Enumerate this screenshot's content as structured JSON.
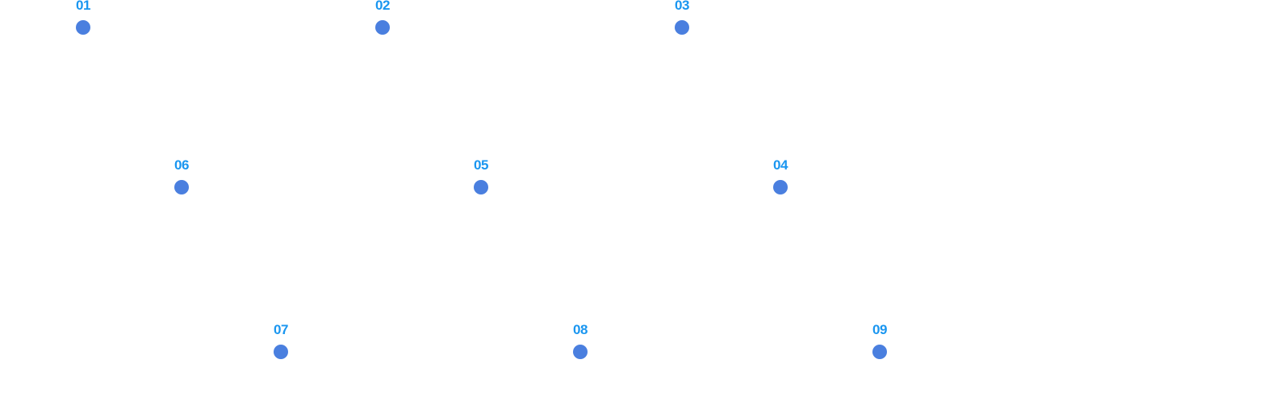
{
  "colors": {
    "label": "#1a96f0",
    "dot": "#4a7fdf",
    "background": "#ffffff"
  },
  "steps": [
    {
      "label": "01"
    },
    {
      "label": "02"
    },
    {
      "label": "03"
    },
    {
      "label": "04"
    },
    {
      "label": "05"
    },
    {
      "label": "06"
    },
    {
      "label": "07"
    },
    {
      "label": "08"
    },
    {
      "label": "09"
    }
  ]
}
